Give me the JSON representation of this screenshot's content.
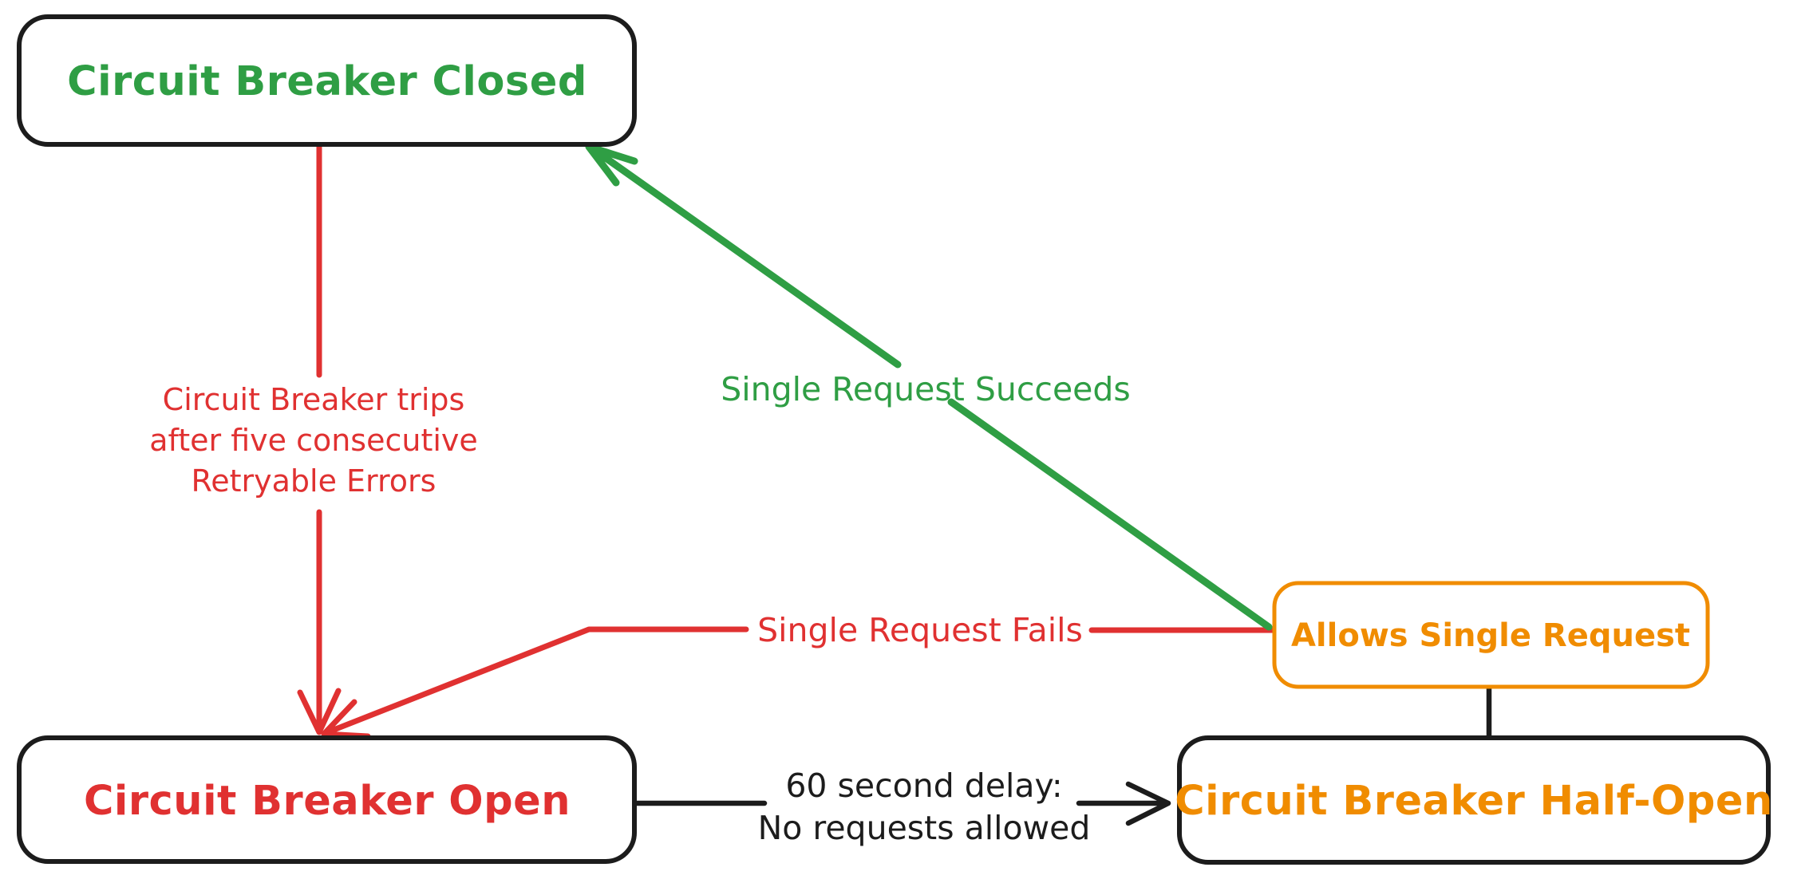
{
  "colors": {
    "green": "#2f9e44",
    "red": "#e03131",
    "orange": "#f08c00",
    "ink": "#1c1c1c",
    "background": "#ffffff"
  },
  "nodes": {
    "closed": {
      "label": "Circuit Breaker Closed"
    },
    "open": {
      "label": "Circuit Breaker Open"
    },
    "half_open": {
      "label": "Circuit Breaker Half-Open"
    },
    "allows_single_request": {
      "label": "Allows Single Request"
    }
  },
  "edges": {
    "trip": {
      "from": "closed",
      "to": "open",
      "label_lines": [
        "Circuit Breaker trips",
        "after five consecutive",
        "Retryable Errors"
      ]
    },
    "single_request_succeeds": {
      "from": "allows_single_request",
      "to": "closed",
      "label": "Single Request Succeeds"
    },
    "single_request_fails": {
      "from": "allows_single_request",
      "to": "open",
      "label": "Single Request Fails"
    },
    "delay": {
      "from": "open",
      "to": "half_open",
      "label_lines": [
        "60 second delay:",
        "No requests allowed"
      ]
    },
    "half_open_to_allows": {
      "from": "half_open",
      "to": "allows_single_request",
      "label": ""
    }
  }
}
